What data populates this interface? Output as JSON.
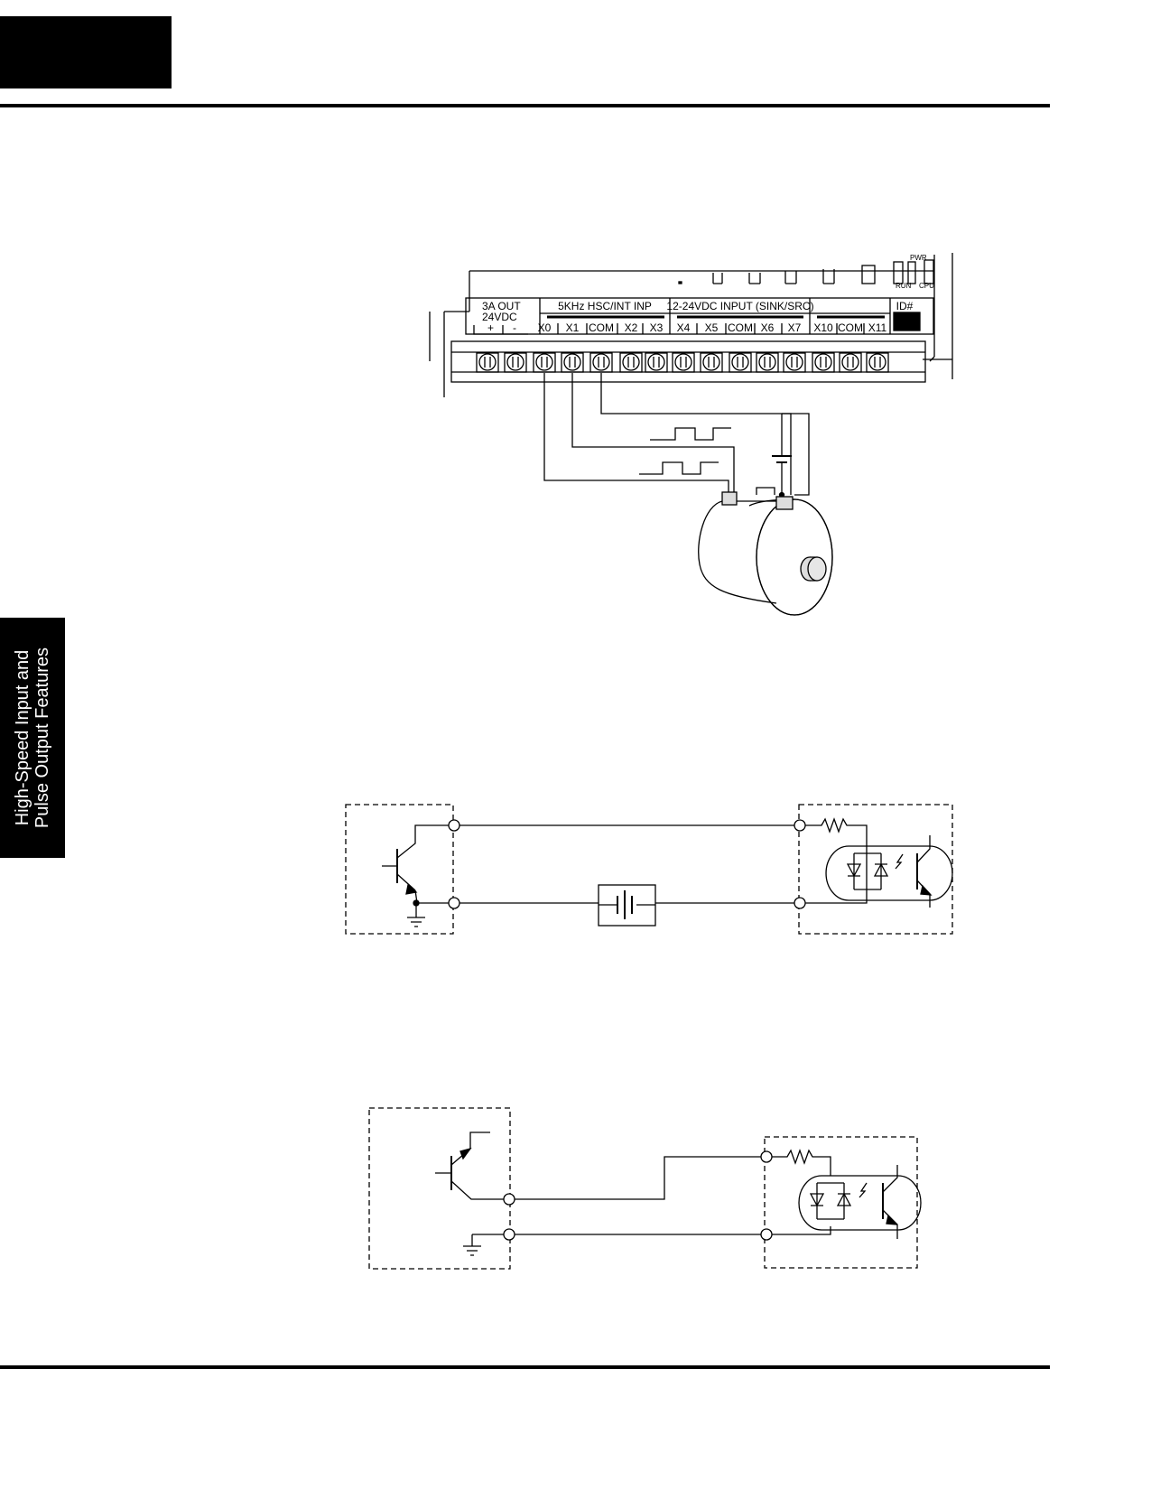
{
  "side_tab": {
    "line1": "High-Speed Input and",
    "line2": "Pulse Output Features"
  },
  "plc": {
    "out_label_1": "3A OUT",
    "out_label_2": "24VDC",
    "out_plus": "+",
    "out_minus": "-",
    "group1_header": "5KHz HSC/INT INP",
    "group2_header": "12-24VDC INPUT (SINK/SRC)",
    "id_label": "ID#",
    "terminals": [
      "X0",
      "X1",
      "COM",
      "X2",
      "X3",
      "X4",
      "X5",
      "COM",
      "X6",
      "X7",
      "X10",
      "COM",
      "X11"
    ],
    "led_run": "RUN",
    "led_cpu": "CPU",
    "led_pwr": "PWR"
  },
  "icons": {
    "encoder": "encoder-icon",
    "battery": "battery-icon",
    "transistor": "transistor-icon",
    "optocoupler": "optocoupler-icon",
    "ground": "ground-icon",
    "resistor": "resistor-icon"
  }
}
